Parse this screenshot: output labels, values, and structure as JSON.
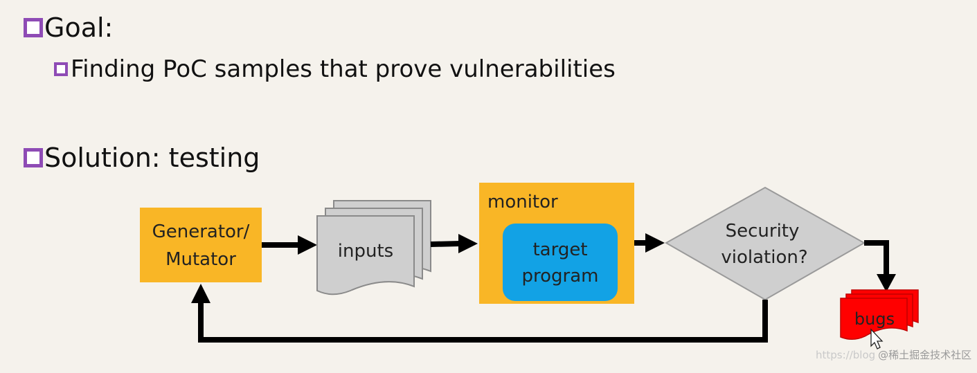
{
  "slide": {
    "goal_label": "Goal:",
    "goal_detail": "Finding PoC samples that prove vulnerabilities",
    "solution_label": "Solution: testing"
  },
  "diagram": {
    "generator_line1": "Generator/",
    "generator_line2": "Mutator",
    "inputs_label": "inputs",
    "monitor_label": "monitor",
    "target_line1": "target",
    "target_line2": "program",
    "decision_line1": "Security",
    "decision_line2": "violation?",
    "bugs_label": "bugs"
  },
  "watermark": {
    "url_text": "https://blog",
    "brand_text": "@稀土掘金技术社区"
  },
  "colors": {
    "background": "#f5f2ec",
    "bullet_purple": "#8e4bb5",
    "orange": "#f9b626",
    "blue": "#12a2e5",
    "gray_shape": "#cfcfcf",
    "bugs_red": "#ff0000",
    "arrow": "#000000"
  }
}
